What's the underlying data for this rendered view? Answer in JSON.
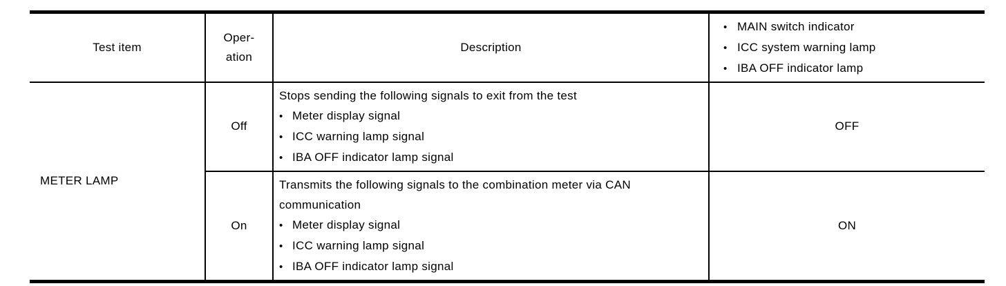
{
  "bullet_char": "•",
  "colors": {
    "text": "#000000",
    "border": "#000000",
    "background": "#ffffff"
  },
  "table": {
    "header": {
      "test_item": "Test item",
      "operation": "Oper-\nation",
      "description": "Description",
      "indicators": [
        "MAIN switch indicator",
        "ICC system warning lamp",
        "IBA OFF indicator lamp"
      ]
    },
    "test_item": "METER LAMP",
    "rows": [
      {
        "operation": "Off",
        "description_intro": "Stops sending the following signals to exit from the test",
        "description_bullets": [
          "Meter display signal",
          "ICC warning lamp signal",
          "IBA OFF indicator lamp signal"
        ],
        "indicator_state": "OFF"
      },
      {
        "operation": "On",
        "description_intro": "Transmits the following signals to the combination meter via CAN communication",
        "description_bullets": [
          "Meter display signal",
          "ICC warning lamp signal",
          "IBA OFF indicator lamp signal"
        ],
        "indicator_state": "ON"
      }
    ]
  }
}
